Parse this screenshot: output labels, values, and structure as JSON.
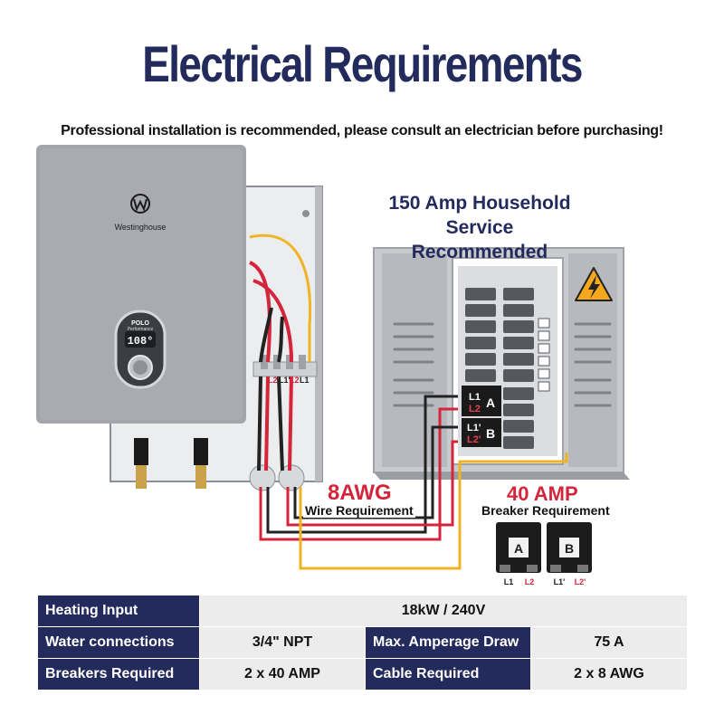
{
  "header": {
    "title": "Electrical Requirements",
    "subtitle": "Professional installation is recommended, please consult an electrician before purchasing!"
  },
  "heater": {
    "brand": "Westinghouse",
    "display_brand": "POLO",
    "display_sub": "Performance",
    "display_value": "108°"
  },
  "panel": {
    "service_line1": "150 Amp Household",
    "service_line2": "Service Recommended",
    "breaker_a": "A",
    "breaker_b": "B",
    "labels": [
      "L1",
      "L2",
      "L1'",
      "L2'"
    ]
  },
  "wire": {
    "gauge": "8AWG",
    "requirement": "Wire Requirement"
  },
  "breaker": {
    "rating": "40 AMP",
    "requirement": "Breaker Requirement",
    "a_label": "A",
    "b_label": "B",
    "a_terms": [
      "L1",
      "L2"
    ],
    "b_terms": [
      "L1'",
      "L2'"
    ]
  },
  "specs": {
    "heating_input_label": "Heating Input",
    "heating_input_value": "18kW / 240V",
    "water_label": "Water connections",
    "water_value": "3/4\" NPT",
    "amperage_label": "Max. Amperage Draw",
    "amperage_value": "75 A",
    "breakers_label": "Breakers Required",
    "breakers_value": "2 x 40 AMP",
    "cable_label": "Cable Required",
    "cable_value": "2 x 8 AWG"
  },
  "colors": {
    "navy": "#232a5c",
    "red": "#d4253b",
    "wire_yellow": "#f0b323",
    "panel_gray": "#a9abb0"
  },
  "icons": [
    "westinghouse-logo-icon",
    "high-voltage-warning-icon",
    "temperature-knob-icon"
  ]
}
